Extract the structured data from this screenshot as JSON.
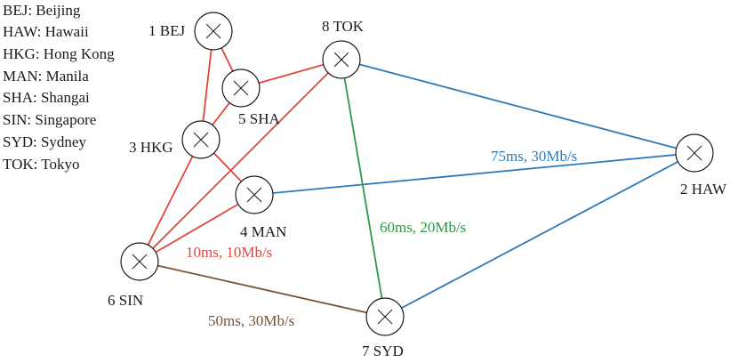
{
  "legend": [
    "BEJ: Beijing",
    "HAW: Hawaii",
    "HKG: Hong Kong",
    "MAN: Manila",
    "SHA: Shangai",
    "SIN: Singapore",
    "SYD: Sydney",
    "TOK: Tokyo"
  ],
  "nodes": {
    "bej": {
      "label": "1 BEJ"
    },
    "haw": {
      "label": "2 HAW"
    },
    "hkg": {
      "label": "3 HKG"
    },
    "man": {
      "label": "4 MAN"
    },
    "sha": {
      "label": "5 SHA"
    },
    "sin": {
      "label": "6 SIN"
    },
    "syd": {
      "label": "7 SYD"
    },
    "tok": {
      "label": "8 TOK"
    }
  },
  "edges": [
    {
      "from": "bej",
      "to": "sha",
      "color": "#e0473a"
    },
    {
      "from": "bej",
      "to": "hkg",
      "color": "#e0473a"
    },
    {
      "from": "sha",
      "to": "hkg",
      "color": "#e0473a"
    },
    {
      "from": "sha",
      "to": "tok",
      "color": "#e0473a"
    },
    {
      "from": "hkg",
      "to": "sin",
      "color": "#e0473a"
    },
    {
      "from": "hkg",
      "to": "man",
      "color": "#e0473a"
    },
    {
      "from": "man",
      "to": "sin",
      "color": "#e0473a"
    },
    {
      "from": "sin",
      "to": "tok",
      "color": "#e0473a"
    },
    {
      "from": "tok",
      "to": "haw",
      "color": "#2e7ab8"
    },
    {
      "from": "man",
      "to": "haw",
      "color": "#2e7ab8"
    },
    {
      "from": "syd",
      "to": "haw",
      "color": "#2e7ab8"
    },
    {
      "from": "tok",
      "to": "syd",
      "color": "#2a9a45"
    },
    {
      "from": "sin",
      "to": "syd",
      "color": "#7a5236"
    }
  ],
  "edge_labels": {
    "red": {
      "text": "10ms, 10Mb/s",
      "color": "#e0473a"
    },
    "blue": {
      "text": "75ms, 30Mb/s",
      "color": "#2e7ab8"
    },
    "green": {
      "text": "60ms, 20Mb/s",
      "color": "#2a9a45"
    },
    "brown": {
      "text": "50ms, 30Mb/s",
      "color": "#7a5236"
    }
  }
}
